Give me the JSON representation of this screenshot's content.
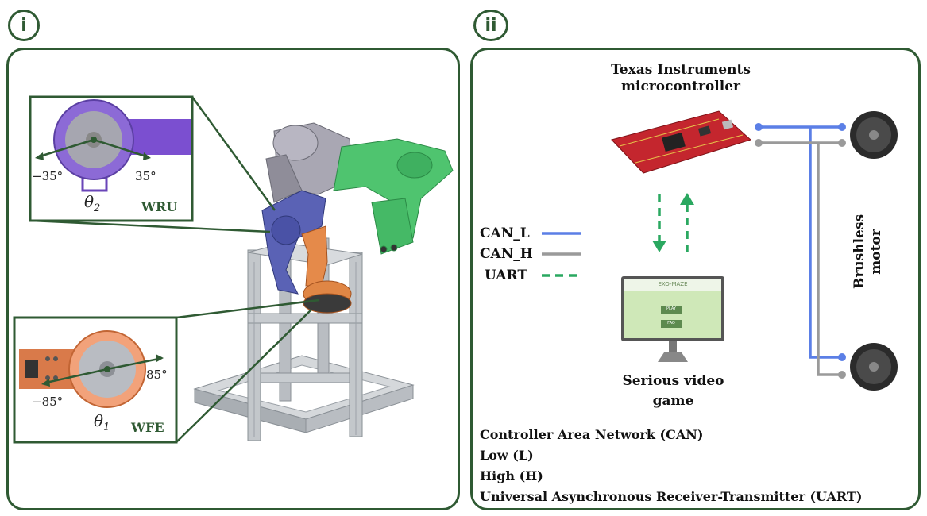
{
  "panel_i": {
    "badge": "i",
    "wru_inset": {
      "angle_left": "−35°",
      "angle_right": "35°",
      "theta_symbol": "θ",
      "theta_subscript": "2",
      "joint_label": "WRU"
    },
    "wfe_inset": {
      "angle_left": "−85°",
      "angle_right": "85°",
      "theta_symbol": "θ",
      "theta_subscript": "1",
      "joint_label": "WFE"
    }
  },
  "panel_ii": {
    "badge": "ii",
    "mcu_label_line1": "Texas Instruments",
    "mcu_label_line2": "microcontroller",
    "motor_label_line1": "Brushless",
    "motor_label_line2": "motor",
    "legend": [
      {
        "label": "CAN_L",
        "color": "#5b7fe6",
        "style": "solid"
      },
      {
        "label": "CAN_H",
        "color": "#9a9a9a",
        "style": "solid"
      },
      {
        "label": "UART",
        "color": "#2aa860",
        "style": "dashed"
      }
    ],
    "game_screen": {
      "title": "EXO-MAZE",
      "button_play": "PLAY",
      "button_2": "FAQ"
    },
    "game_label_line1": "Serious video",
    "game_label_line2": "game",
    "glossary": [
      "Controller Area Network (CAN)",
      "Low (L)",
      "High (H)",
      "Universal Asynchronous Receiver-Transmitter (UART)"
    ]
  }
}
